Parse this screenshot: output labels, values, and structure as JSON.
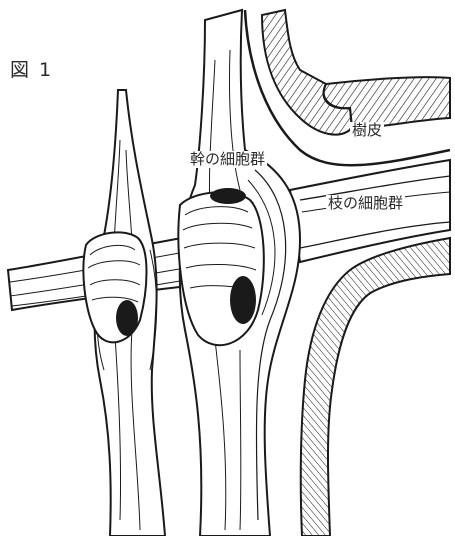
{
  "figure": {
    "title": "図 1",
    "labels": {
      "bark": "樹皮",
      "trunk_cells": "幹の細胞群",
      "branch_cells": "枝の細胞群"
    }
  },
  "colors": {
    "ink": "#1a1a1a",
    "paper": "#ffffff"
  }
}
